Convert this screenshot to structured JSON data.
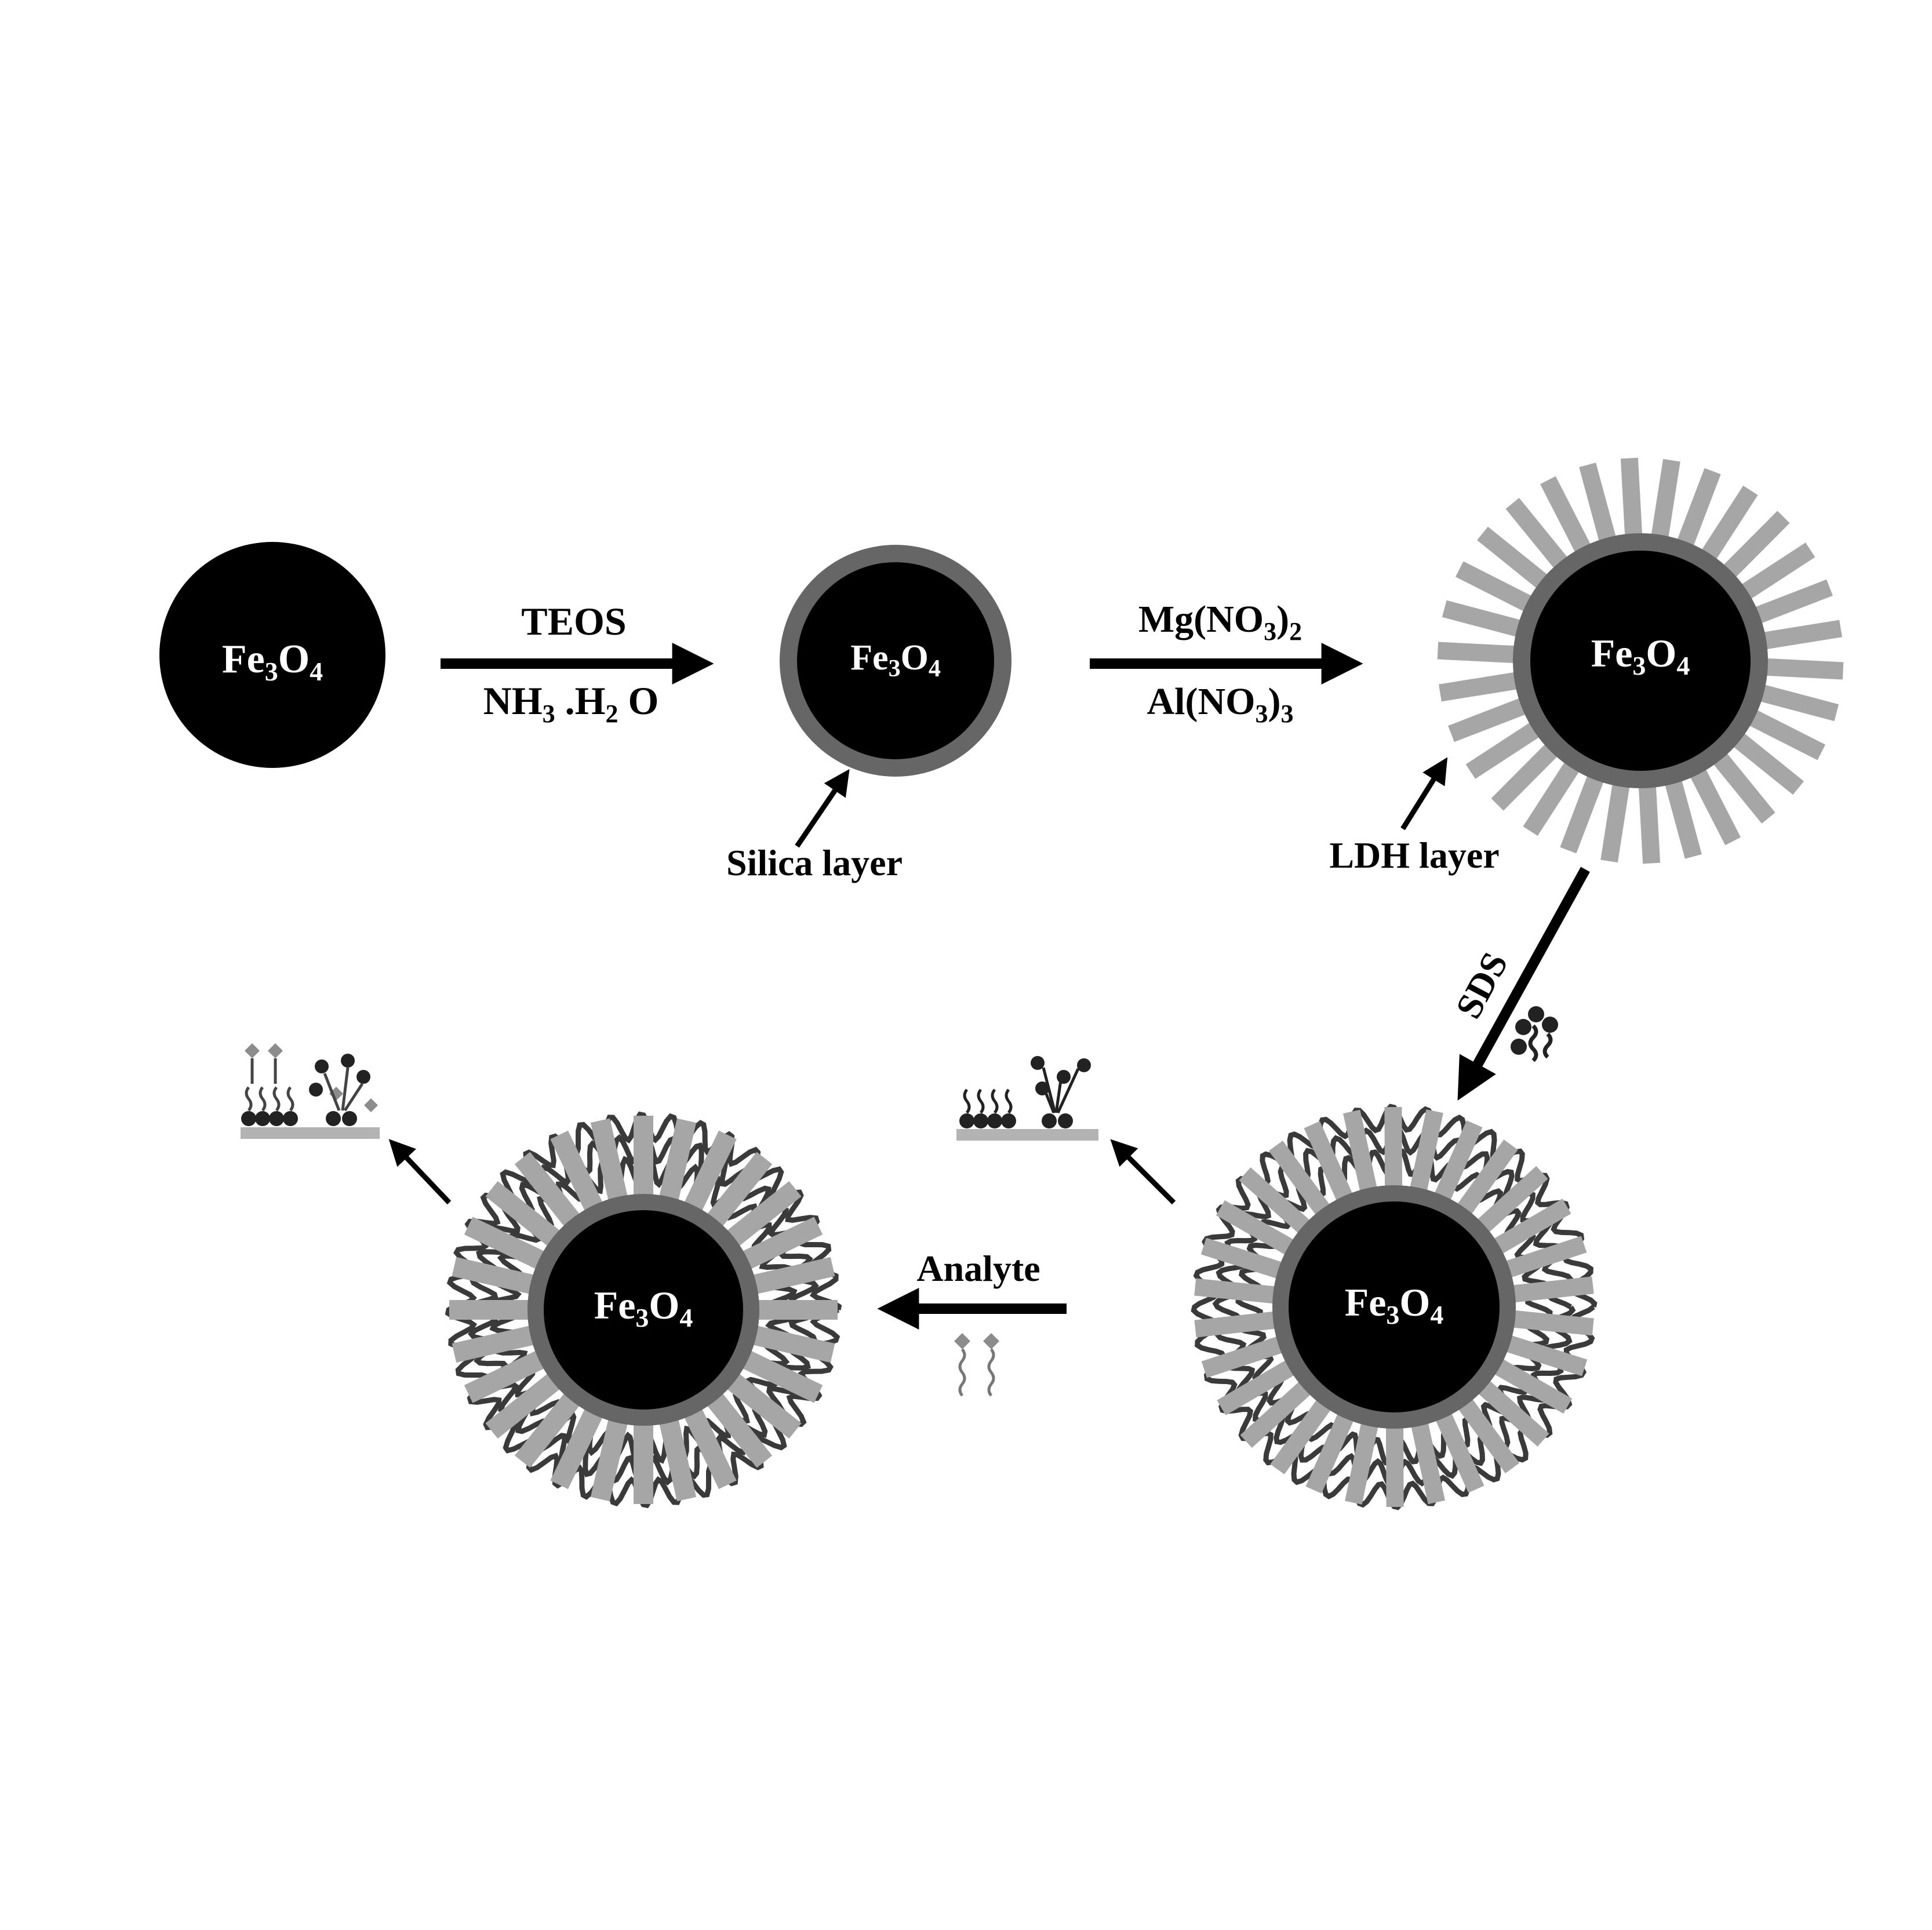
{
  "diagram": {
    "colors": {
      "core": "#000000",
      "shell": "#666666",
      "ldh": "#a6a6a6",
      "sds": "#3a3a3a",
      "text_on_core": "#ffffff",
      "text": "#000000",
      "substrate": "#b3b3b3",
      "analyte": "#8c8c8c"
    },
    "stages": {
      "bare": {
        "core_main": "Fe",
        "core_sub1": "3",
        "core_mid": "O",
        "core_sub2": "4"
      },
      "silica": {
        "core_main": "Fe",
        "core_sub1": "3",
        "core_mid": "O",
        "core_sub2": "4",
        "callout": "Silica layer"
      },
      "ldh": {
        "core_main": "Fe",
        "core_sub1": "3",
        "core_mid": "O",
        "core_sub2": "4",
        "callout": "LDH layer"
      },
      "sds": {
        "core_main": "Fe",
        "core_sub1": "3",
        "core_mid": "O",
        "core_sub2": "4"
      },
      "analyte": {
        "core_main": "Fe",
        "core_sub1": "3",
        "core_mid": "O",
        "core_sub2": "4"
      }
    },
    "steps": {
      "step1": {
        "top_main": "TEOS",
        "bottom_a": "NH",
        "bottom_a_sub": "3",
        "bottom_b": " .H",
        "bottom_b_sub": "2",
        "bottom_c": " O"
      },
      "step2": {
        "top_a": "Mg(NO",
        "top_a_sub": "3",
        "top_b": ")",
        "top_b_sub": "2",
        "bottom_a": "Al(NO",
        "bottom_a_sub": "3",
        "bottom_b": ")",
        "bottom_b_sub": "3"
      },
      "step3": {
        "label": "SDS"
      },
      "step4": {
        "label": "Analyte"
      }
    }
  }
}
